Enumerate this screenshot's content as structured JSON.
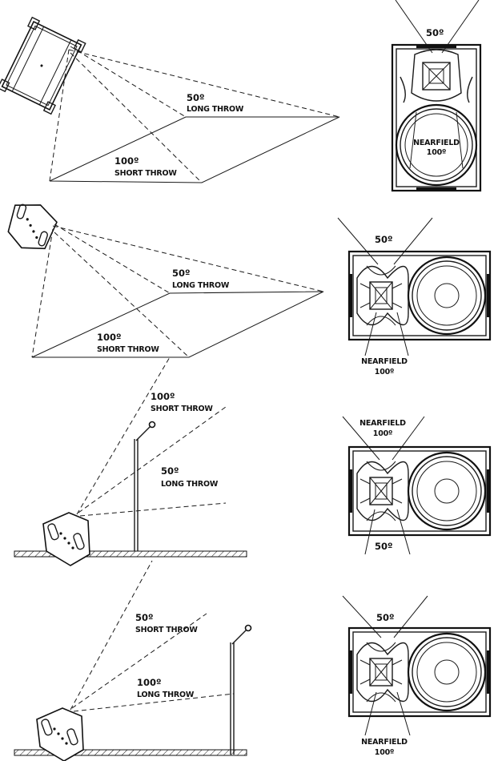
{
  "panel1": {
    "long_deg": "50º",
    "long_label": "LONG THROW",
    "short_deg": "100º",
    "short_label": "SHORT THROW",
    "front_top_deg": "50º",
    "front_near_label": "NEARFIELD",
    "front_near_deg": "100º"
  },
  "panel2": {
    "long_deg": "50º",
    "long_label": "LONG THROW",
    "short_deg": "100º",
    "short_label": "SHORT THROW",
    "front_top_deg": "50º",
    "front_near_label": "NEARFIELD",
    "front_near_deg": "100º"
  },
  "panel3": {
    "short_deg": "100º",
    "short_label": "SHORT THROW",
    "long_deg": "50º",
    "long_label": "LONG THROW",
    "front_near_label": "NEARFIELD",
    "front_near_deg": "100º",
    "front_bottom_deg": "50º"
  },
  "panel4": {
    "short_deg": "50º",
    "short_label": "SHORT THROW",
    "long_deg": "100º",
    "long_label": "LONG THROW",
    "front_top_deg": "50º",
    "front_near_label": "NEARFIELD",
    "front_near_deg": "100º"
  }
}
